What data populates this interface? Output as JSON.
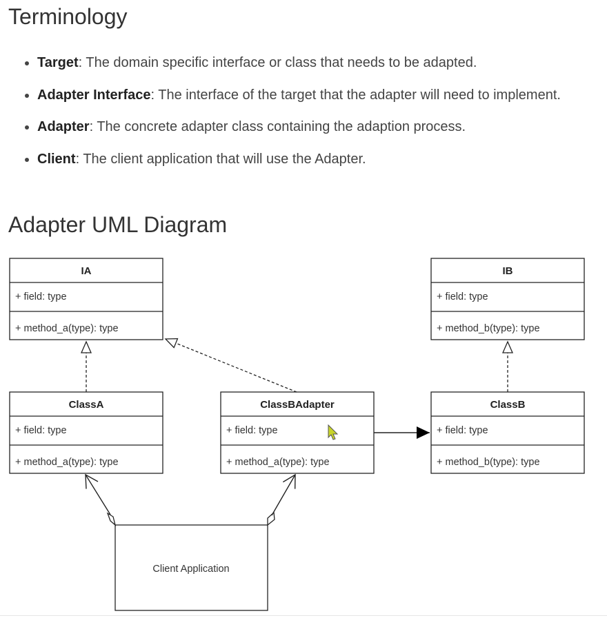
{
  "terminology": {
    "heading": "Terminology",
    "items": [
      {
        "term": "Target",
        "sep": ":",
        "description": " The domain specific interface or class that needs to be adapted."
      },
      {
        "term": "Adapter Interface",
        "sep": ":",
        "description": " The interface of the target that the adapter will need to implement."
      },
      {
        "term": "Adapter",
        "sep": ":",
        "description": " The concrete adapter class containing the adaption process."
      },
      {
        "term": "Client",
        "sep": ":",
        "description": " The client application that will use the Adapter."
      }
    ]
  },
  "diagram": {
    "heading": "Adapter UML Diagram",
    "classes": {
      "ia": {
        "name": "IA",
        "field": "+ field: type",
        "method": "+ method_a(type): type"
      },
      "ib": {
        "name": "IB",
        "field": "+ field: type",
        "method": "+ method_b(type): type"
      },
      "class_a": {
        "name": "ClassA",
        "field": "+ field: type",
        "method": "+ method_a(type): type"
      },
      "class_b_adapter": {
        "name": "ClassBAdapter",
        "field": "+ field: type",
        "method": "+ method_a(type): type"
      },
      "class_b": {
        "name": "ClassB",
        "field": "+ field: type",
        "method": "+ method_b(type): type"
      }
    },
    "client": {
      "label": "Client Application"
    },
    "relationships": [
      {
        "from": "ClassA",
        "to": "IA",
        "kind": "realization"
      },
      {
        "from": "ClassBAdapter",
        "to": "IA",
        "kind": "realization"
      },
      {
        "from": "ClassB",
        "to": "IB",
        "kind": "realization"
      },
      {
        "from": "ClassBAdapter",
        "to": "ClassB",
        "kind": "association"
      },
      {
        "from": "Client Application",
        "to": "ClassA",
        "kind": "aggregation"
      },
      {
        "from": "Client Application",
        "to": "ClassBAdapter",
        "kind": "aggregation"
      }
    ],
    "colors": {
      "stroke": "#222222",
      "cursor": "#c8d42a"
    }
  }
}
